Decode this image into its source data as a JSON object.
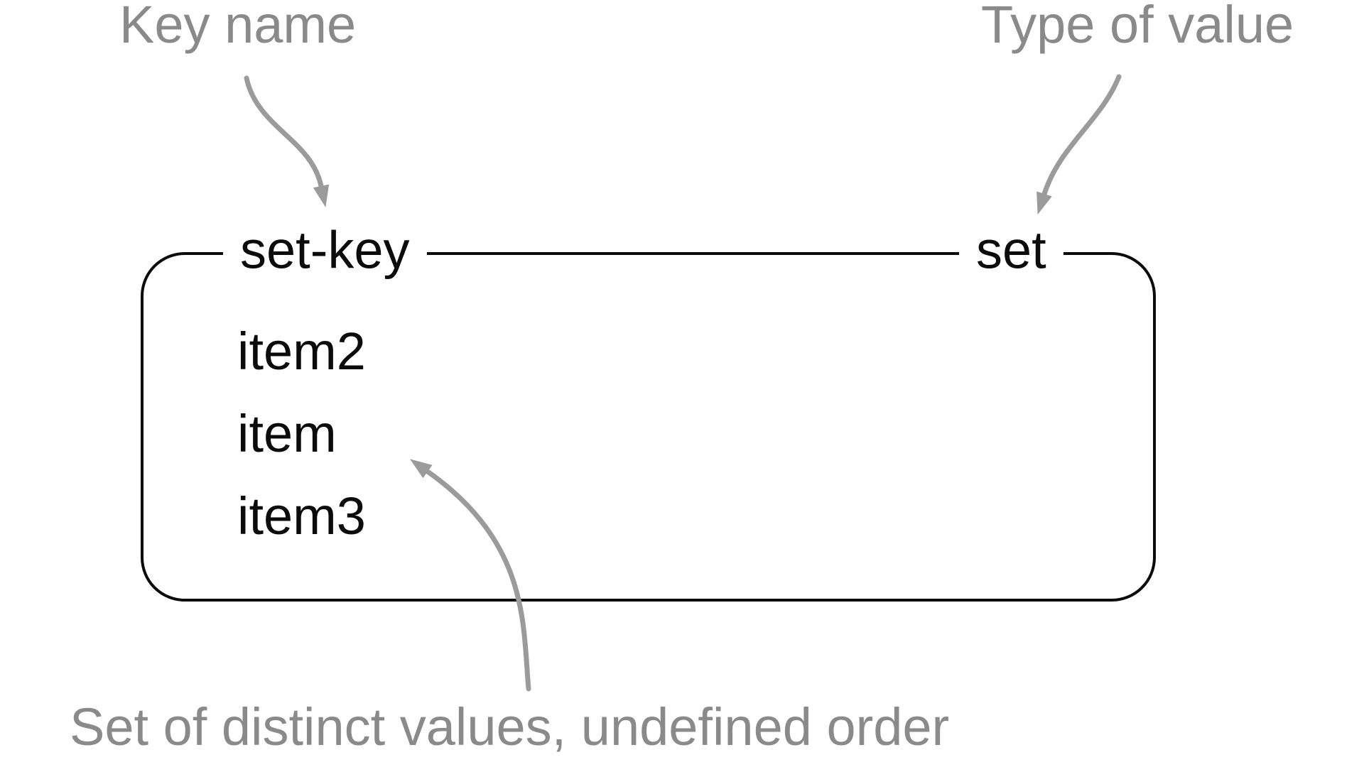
{
  "diagram": {
    "annotations": {
      "key_name": "Key name",
      "type_of_value": "Type of value",
      "bottom_caption": "Set of distinct values, undefined order"
    },
    "box": {
      "key_label": "set-key",
      "type_label": "set",
      "items": [
        "item2",
        "item",
        "item3"
      ]
    },
    "colors": {
      "annotation_gray": "#8a8a8a",
      "arrow_gray": "#9b9b9b",
      "box_black": "#0b0b0b",
      "background": "#ffffff"
    }
  }
}
